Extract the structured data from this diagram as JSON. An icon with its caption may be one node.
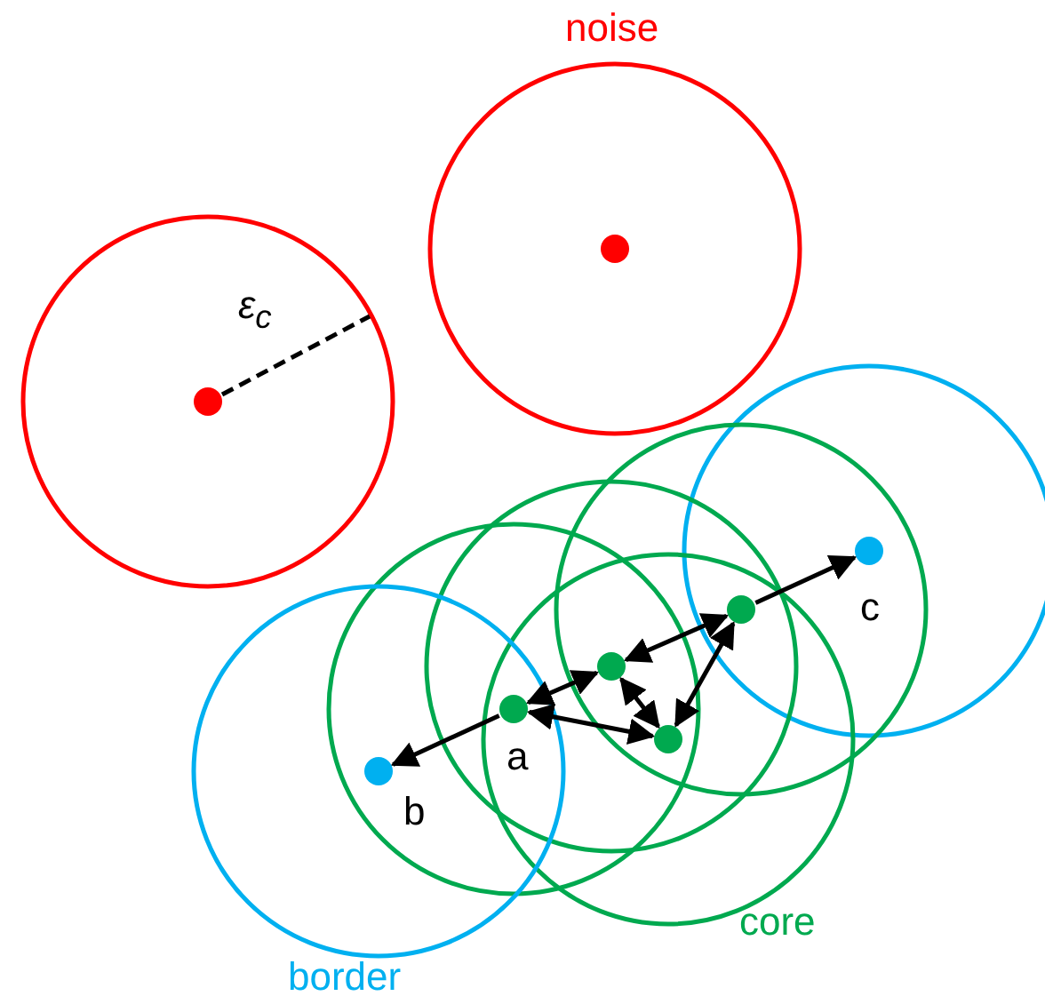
{
  "diagram": {
    "nodes": [
      {
        "text": [],
        "shape": "circle"
      },
      {
        "text": [],
        "shape": "circle"
      },
      {
        "text": [],
        "shape": "circle",
        "beside": [
          "c"
        ]
      },
      {
        "text": [],
        "shape": "circle"
      },
      {
        "text": [],
        "shape": "circle"
      },
      {
        "text": [],
        "shape": "circle",
        "beside": [
          "a"
        ]
      },
      {
        "text": [],
        "shape": "circle"
      },
      {
        "text": [],
        "shape": "circle",
        "beside": [
          "b"
        ]
      }
    ],
    "edges": [
      {
        "from": 5,
        "to": 7,
        "arrow": "to"
      },
      {
        "from": 5,
        "to": 4,
        "arrow": "both"
      },
      {
        "from": 5,
        "to": 6,
        "arrow": "both"
      },
      {
        "from": 4,
        "to": 6,
        "arrow": "both"
      },
      {
        "from": 4,
        "to": 3,
        "arrow": "both"
      },
      {
        "from": 6,
        "to": 3,
        "arrow": "both"
      },
      {
        "from": 3,
        "to": 2,
        "arrow": "to"
      }
    ],
    "labels": [
      "noise",
      "ε$_{c}$",
      "core",
      "border"
    ]
  }
}
